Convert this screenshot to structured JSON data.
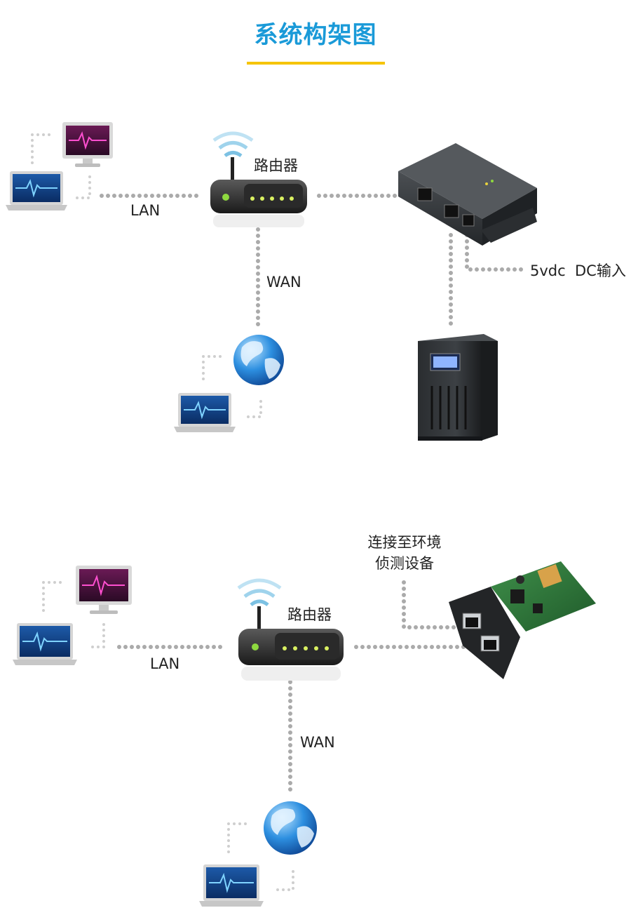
{
  "title": "系统构架图",
  "diagram1": {
    "router_label": "路由器",
    "lan_label": "LAN",
    "wan_label": "WAN",
    "dc_label": "5vdc  DC输入"
  },
  "diagram2": {
    "router_label": "路由器",
    "lan_label": "LAN",
    "wan_label": "WAN",
    "env_label_line1": "连接至环境",
    "env_label_line2": "侦测设备"
  }
}
